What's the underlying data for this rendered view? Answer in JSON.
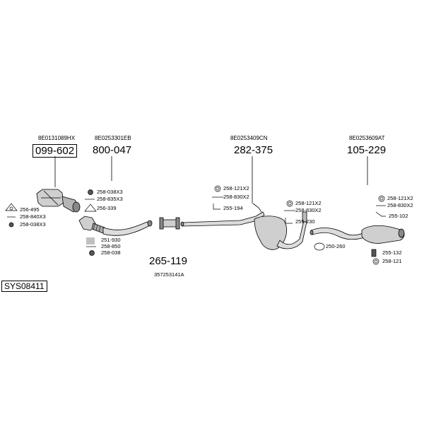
{
  "diagram_code": "SYS08411",
  "ref_numbers": {
    "cat": "8E0131089HX",
    "front": "8E0253301EB",
    "middle": "8E0253409CN",
    "rear": "8E0253609AT"
  },
  "main_parts": {
    "cat": "099-602",
    "front": "800-047",
    "middle": "282-375",
    "rear": "105-229",
    "clamp": "265-119"
  },
  "clamp_ref": "357253141A",
  "accessories": {
    "cat": [
      "256-495",
      "258-840X3",
      "258-038X3"
    ],
    "front_top": [
      "258-038X3",
      "258-835X3",
      "256-339"
    ],
    "front_bottom": [
      "251-930",
      "258-850",
      "258-038"
    ],
    "middle_left": [
      "258-121X2",
      "258-830X2",
      "255-194"
    ],
    "middle_right": [
      "258-121X2",
      "258-830X2",
      "255-230",
      "250-260"
    ],
    "rear": [
      "258-121X2",
      "258-830X2",
      "255-102",
      "255-132",
      "258-121"
    ]
  },
  "colors": {
    "line": "#000000",
    "part_fill": "#cfcfcf",
    "part_dark": "#888888"
  }
}
